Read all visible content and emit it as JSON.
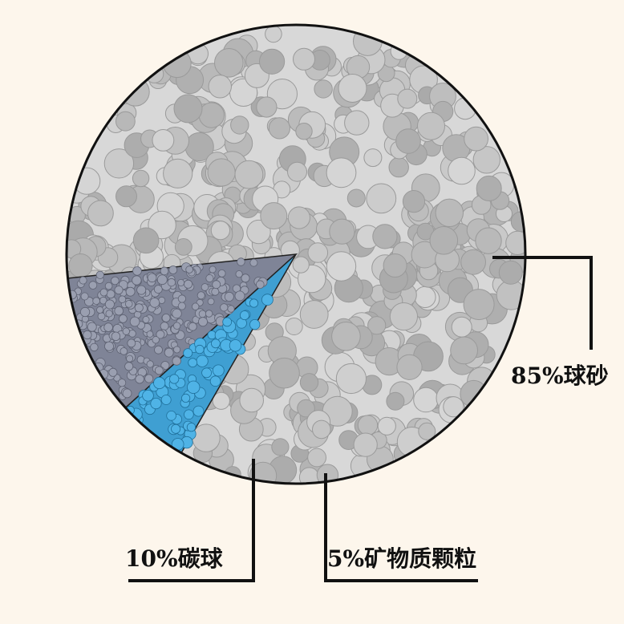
{
  "colors": {
    "background": "#fdf6ec",
    "main_granule": "#bdbdbd",
    "carbon_ball": "#7f8497",
    "mineral_particle": "#3f9fd2",
    "outline": "#111111"
  },
  "chart_data": {
    "type": "pie",
    "categories": [
      "球砂",
      "碳球",
      "矿物质颗粒"
    ],
    "values": [
      85,
      10,
      5
    ],
    "labels": [
      "85%球砂",
      "10%碳球",
      "5%矿物质颗粒"
    ],
    "start_angle_deg": 120,
    "legend": "none"
  }
}
